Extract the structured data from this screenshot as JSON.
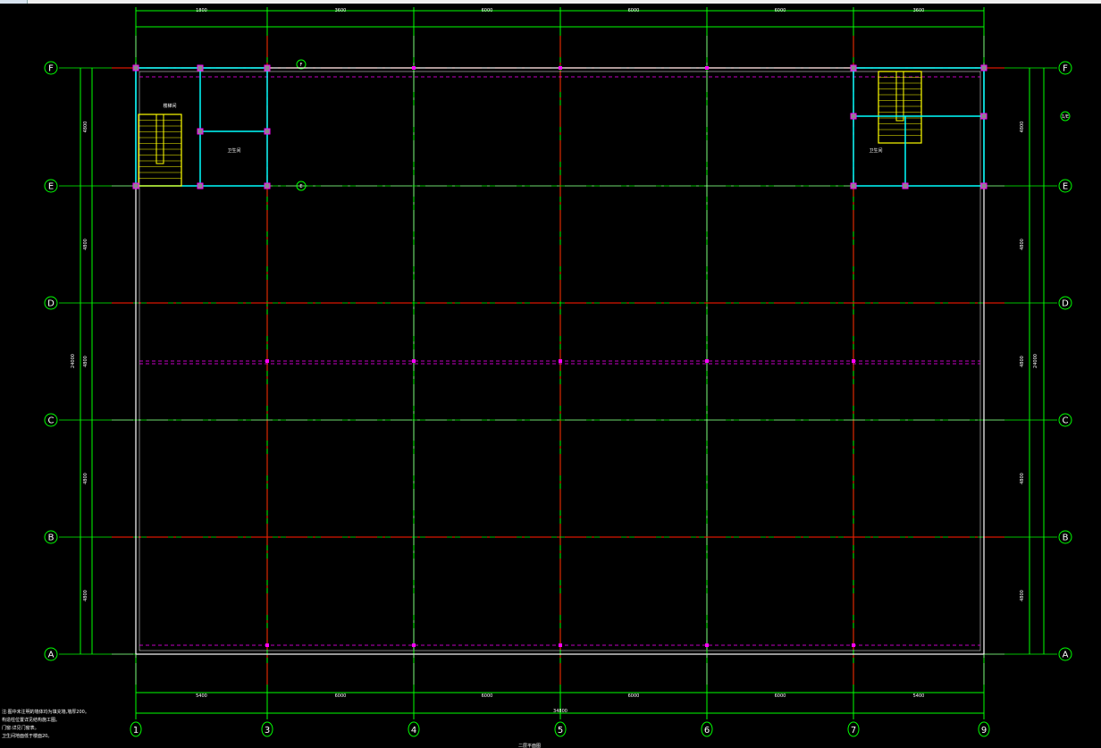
{
  "drawing": {
    "column_axes": [
      "1",
      "3",
      "4",
      "5",
      "6",
      "7",
      "9"
    ],
    "row_axes": [
      "F",
      "E",
      "D",
      "C",
      "B",
      "A"
    ],
    "sub_axes": {
      "left_f": "F",
      "left_e": "E",
      "right_1e": "1/E"
    },
    "top_dims_overall": [
      "1800",
      "3600",
      "6000",
      "6000",
      "6000",
      "3600"
    ],
    "bottom_dims": [
      "5400",
      "6000",
      "6000",
      "6000",
      "6000",
      "5400"
    ],
    "bottom_total": "34800",
    "side_dims": [
      "4800",
      "4800",
      "4800",
      "4800",
      "4800"
    ],
    "side_total": "24000",
    "rooms": {
      "left_stair": "楼梯间",
      "left_room": "卫生间",
      "right_room": "卫生间"
    },
    "notes": [
      "注:图中未注明的墙体均为填充墙,墙厚200。",
      "构造柱位置详见结构施工图。",
      "门窗:详见门窗表。",
      "卫生间地面低于楼面20。"
    ],
    "title": "二层平面图",
    "colors": {
      "axis": "#00ff00",
      "axis_dash": "#ff0000",
      "wall": "#00ffff",
      "column": "#ff00ff",
      "stair": "#ffff00",
      "beam": "#ff00ff"
    }
  }
}
